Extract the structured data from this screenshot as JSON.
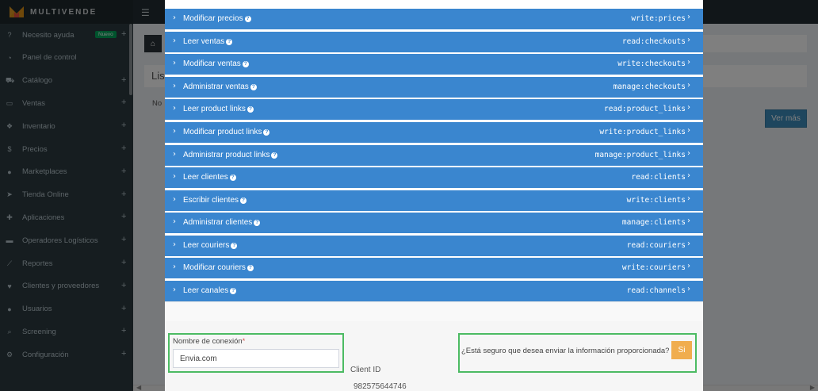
{
  "app": {
    "name": "MULTIVENDE"
  },
  "sidebar": {
    "items": [
      {
        "label": "Necesito ayuda",
        "icon": "question-circle-icon",
        "badge": "Nuevo",
        "expandable": true
      },
      {
        "label": "Panel de control",
        "icon": "dashboard-icon",
        "expandable": false
      },
      {
        "label": "Catálogo",
        "icon": "cart-icon",
        "expandable": true
      },
      {
        "label": "Ventas",
        "icon": "money-icon",
        "expandable": true
      },
      {
        "label": "Inventario",
        "icon": "cubes-icon",
        "expandable": true
      },
      {
        "label": "Precios",
        "icon": "dollar-icon",
        "expandable": true
      },
      {
        "label": "Marketplaces",
        "icon": "globe-icon",
        "expandable": true
      },
      {
        "label": "Tienda Online",
        "icon": "pointer-icon",
        "expandable": true
      },
      {
        "label": "Aplicaciones",
        "icon": "puzzle-icon",
        "expandable": true
      },
      {
        "label": "Operadores Logísticos",
        "icon": "truck-icon",
        "expandable": true
      },
      {
        "label": "Reportes",
        "icon": "line-chart-icon",
        "expandable": true
      },
      {
        "label": "Clientes y proveedores",
        "icon": "heart-icon",
        "expandable": true
      },
      {
        "label": "Usuarios",
        "icon": "user-icon",
        "expandable": true
      },
      {
        "label": "Screening",
        "icon": "search-icon",
        "expandable": true
      },
      {
        "label": "Configuración",
        "icon": "gear-icon",
        "expandable": true
      }
    ],
    "plus_symbol": "+"
  },
  "main": {
    "list_title_partial": "Lis",
    "no_info_partial": "No",
    "ver_mas": "Ver más"
  },
  "modal": {
    "permissions": [
      {
        "name": "Modificar precios",
        "scope": "write:prices"
      },
      {
        "name": "Leer ventas",
        "scope": "read:checkouts"
      },
      {
        "name": "Modificar ventas",
        "scope": "write:checkouts"
      },
      {
        "name": "Administrar ventas",
        "scope": "manage:checkouts"
      },
      {
        "name": "Leer product links",
        "scope": "read:product_links"
      },
      {
        "name": "Modificar product links",
        "scope": "write:product_links"
      },
      {
        "name": "Administrar product links",
        "scope": "manage:product_links"
      },
      {
        "name": "Leer clientes",
        "scope": "read:clients"
      },
      {
        "name": "Escribir clientes",
        "scope": "write:clients"
      },
      {
        "name": "Administrar clientes",
        "scope": "manage:clients"
      },
      {
        "name": "Leer couriers",
        "scope": "read:couriers"
      },
      {
        "name": "Modificar couriers",
        "scope": "write:couriers"
      },
      {
        "name": "Leer canales",
        "scope": "read:channels"
      }
    ],
    "connection": {
      "label": "Nombre de conexión",
      "required_mark": "*",
      "value": "Envia.com"
    },
    "client_id": {
      "label": "Client ID",
      "value": "982575644746"
    },
    "confirm": {
      "question": "¿Está seguro que desea enviar la información proporcionada?",
      "yes_label": "Si"
    }
  },
  "colors": {
    "permission_row": "#3a86cf",
    "highlight_border": "#4cbb63",
    "confirm_button": "#f0ad4e",
    "sidebar_bg": "#2c3b41"
  }
}
